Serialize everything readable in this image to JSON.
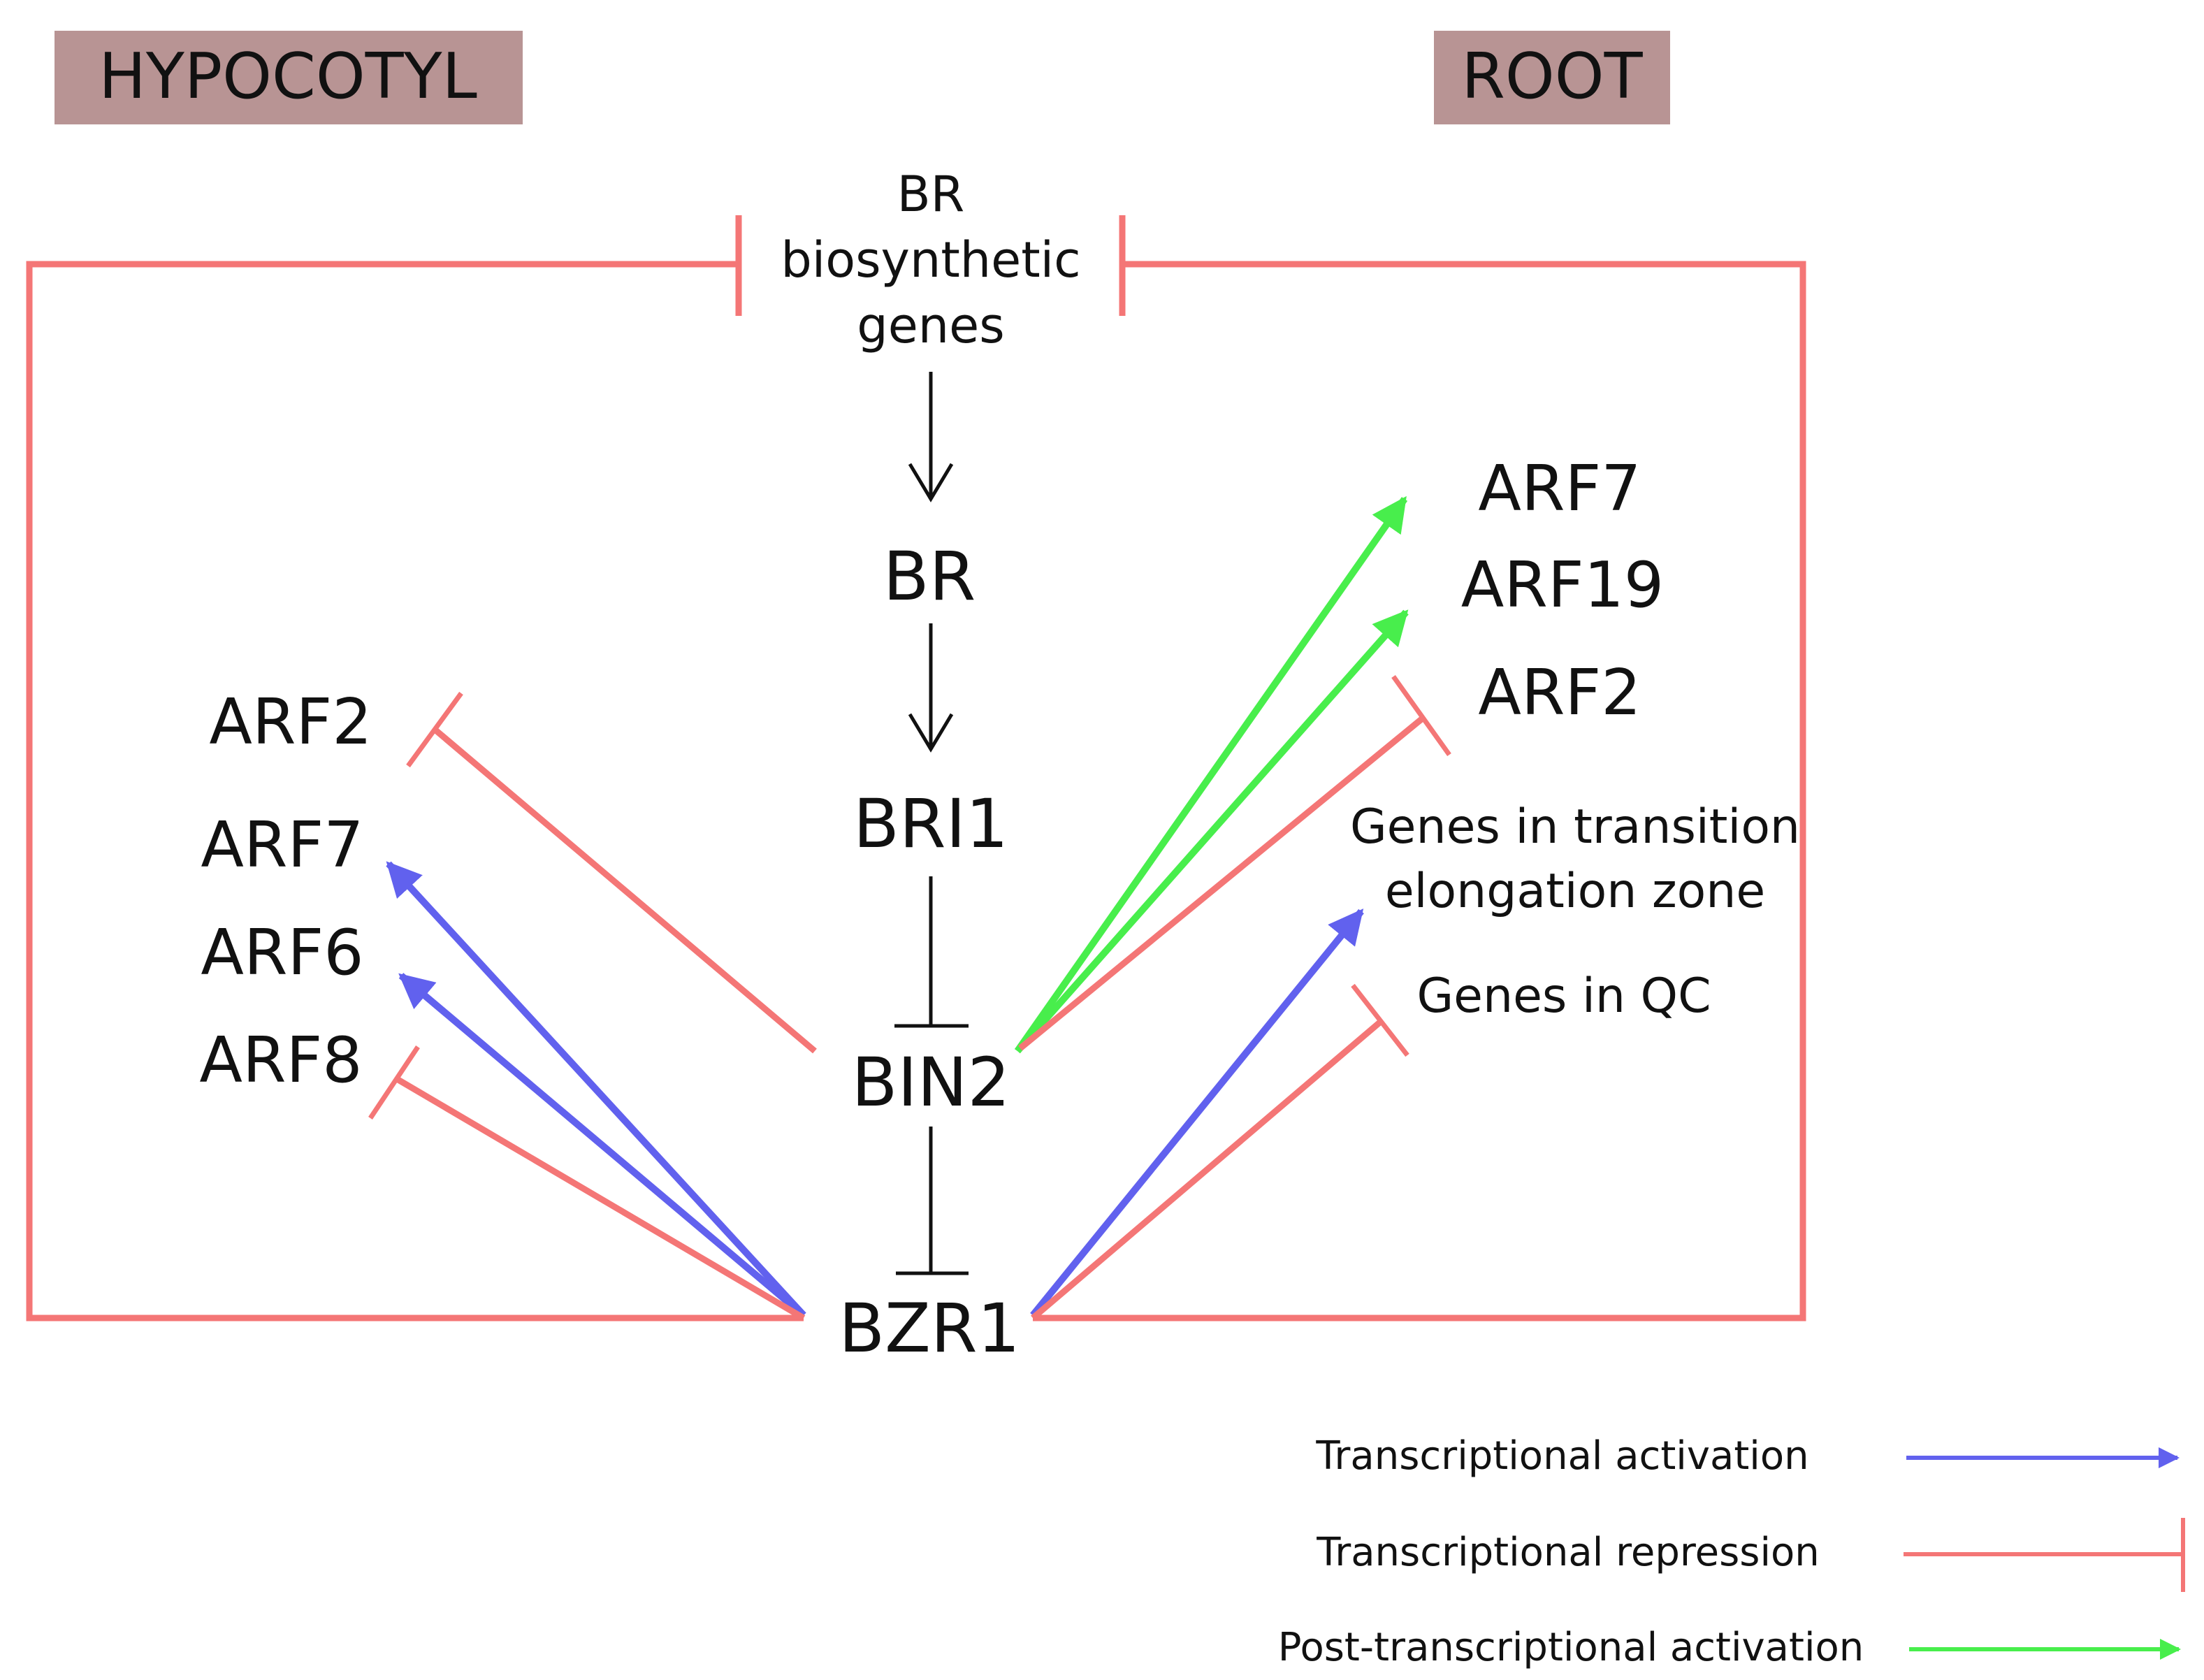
{
  "colors": {
    "activation": "#6161ee",
    "repression": "#f47676",
    "post_transcriptional": "#48ee4c",
    "pathway": "#111111",
    "region_box": "#b89494"
  },
  "regions": {
    "hypocotyl": "HYPOCOTYL",
    "root": "ROOT"
  },
  "pathway": {
    "br_genes_line1": "BR",
    "br_genes_line2": "biosynthetic",
    "br_genes_line3": "genes",
    "br": "BR",
    "bri1": "BRI1",
    "bin2": "BIN2",
    "bzr1": "BZR1"
  },
  "hypocotyl_targets": {
    "arf2": "ARF2",
    "arf7": "ARF7",
    "arf6": "ARF6",
    "arf8": "ARF8"
  },
  "root_targets": {
    "arf7": "ARF7",
    "arf19": "ARF19",
    "arf2": "ARF2",
    "transition_line1": "Genes in transition",
    "transition_line2": "elongation zone",
    "qc": "Genes in QC"
  },
  "edges": [
    {
      "from": "BR biosynthetic genes",
      "to": "BR",
      "type": "activation"
    },
    {
      "from": "BR",
      "to": "BRI1",
      "type": "activation"
    },
    {
      "from": "BRI1",
      "to": "BIN2",
      "type": "inhibition"
    },
    {
      "from": "BIN2",
      "to": "BZR1",
      "type": "inhibition"
    },
    {
      "from": "BZR1",
      "to": "BR biosynthetic genes",
      "type": "transcriptional repression"
    },
    {
      "from": "BIN2",
      "to": "ARF2 (hypocotyl)",
      "type": "transcriptional repression"
    },
    {
      "from": "BZR1",
      "to": "ARF7 (hypocotyl)",
      "type": "transcriptional activation"
    },
    {
      "from": "BZR1",
      "to": "ARF6 (hypocotyl)",
      "type": "transcriptional activation"
    },
    {
      "from": "BZR1",
      "to": "ARF8 (hypocotyl)",
      "type": "transcriptional repression"
    },
    {
      "from": "BIN2",
      "to": "ARF7 (root)",
      "type": "post-transcriptional activation"
    },
    {
      "from": "BIN2",
      "to": "ARF19 (root)",
      "type": "post-transcriptional activation"
    },
    {
      "from": "BIN2",
      "to": "ARF2 (root)",
      "type": "transcriptional repression"
    },
    {
      "from": "BZR1",
      "to": "Genes in transition elongation zone",
      "type": "transcriptional activation"
    },
    {
      "from": "BZR1",
      "to": "Genes in QC",
      "type": "transcriptional repression"
    }
  ],
  "legend": {
    "activation": "Transcriptional activation",
    "repression": "Transcriptional repression",
    "post_transcriptional": "Post-transcriptional activation"
  }
}
